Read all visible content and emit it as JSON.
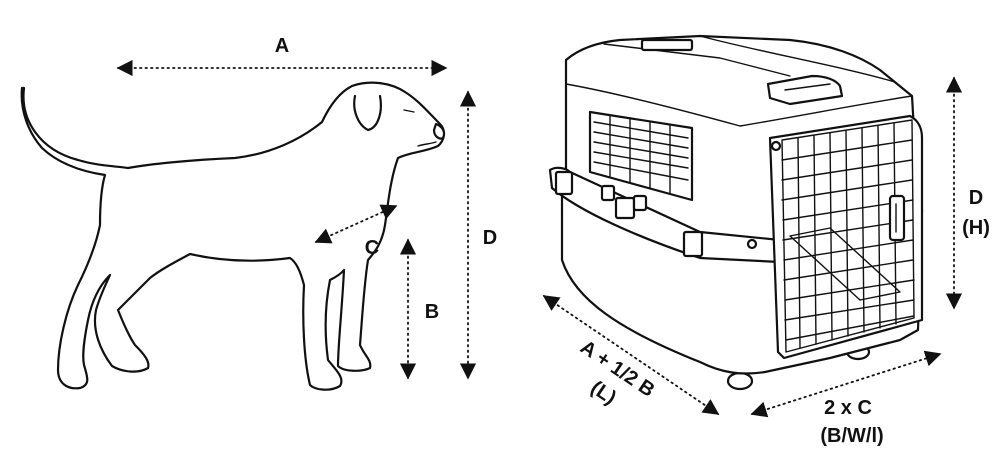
{
  "dog": {
    "labels": {
      "a": "A",
      "b": "B",
      "c": "C",
      "d": "D"
    }
  },
  "crate": {
    "labels": {
      "height_line1": "D",
      "height_line2": "(H)",
      "length_line1": "A + 1/2 B",
      "length_line2": "(L)",
      "width_line1": "2 x C",
      "width_line2": "(B/W/l)"
    }
  }
}
